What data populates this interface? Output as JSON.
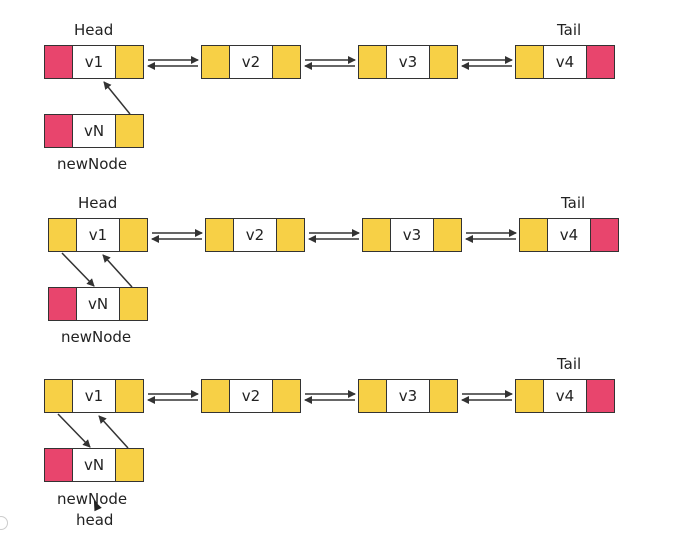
{
  "colors": {
    "pointer": "#f7d046",
    "null_pointer": "#e8456d",
    "line": "#333333"
  },
  "diagrams": [
    {
      "head_label": "Head",
      "tail_label": "Tail",
      "new_node_label": "newNode",
      "nodes": [
        {
          "value": "v1",
          "left": "null",
          "right": "ptr"
        },
        {
          "value": "v2",
          "left": "ptr",
          "right": "ptr"
        },
        {
          "value": "v3",
          "left": "ptr",
          "right": "ptr"
        },
        {
          "value": "v4",
          "left": "ptr",
          "right": "null"
        }
      ],
      "new_node": {
        "value": "vN",
        "left": "null",
        "right": "ptr"
      }
    },
    {
      "head_label": "Head",
      "tail_label": "Tail",
      "new_node_label": "newNode",
      "nodes": [
        {
          "value": "v1",
          "left": "ptr",
          "right": "ptr"
        },
        {
          "value": "v2",
          "left": "ptr",
          "right": "ptr"
        },
        {
          "value": "v3",
          "left": "ptr",
          "right": "ptr"
        },
        {
          "value": "v4",
          "left": "ptr",
          "right": "null"
        }
      ],
      "new_node": {
        "value": "vN",
        "left": "null",
        "right": "ptr"
      }
    },
    {
      "tail_label": "Tail",
      "new_node_label": "newNode",
      "head_label": "head",
      "nodes": [
        {
          "value": "v1",
          "left": "ptr",
          "right": "ptr"
        },
        {
          "value": "v2",
          "left": "ptr",
          "right": "ptr"
        },
        {
          "value": "v3",
          "left": "ptr",
          "right": "ptr"
        },
        {
          "value": "v4",
          "left": "ptr",
          "right": "null"
        }
      ],
      "new_node": {
        "value": "vN",
        "left": "null",
        "right": "ptr"
      }
    }
  ]
}
